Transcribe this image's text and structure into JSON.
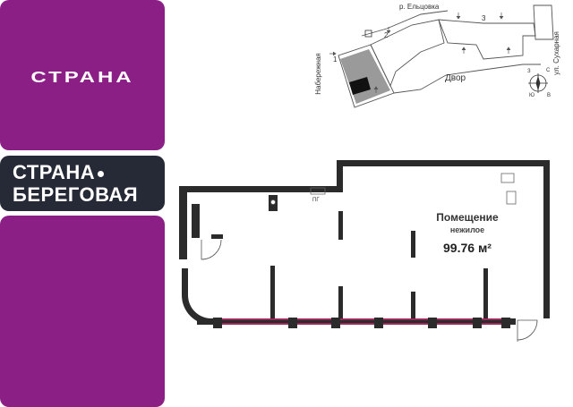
{
  "brand": {
    "logo_word": "СТРАНА",
    "project_line1": "СТРАНА",
    "project_line2": "БЕРЕГОВАЯ",
    "colors": {
      "primary": "#8b1f86",
      "secondary": "#252a36"
    }
  },
  "site_plan": {
    "street_top": "р. Ельцовка",
    "street_left": "Набережная",
    "street_right": "ул. Сухарная",
    "yard_label": "Двор",
    "section_numbers": [
      "1",
      "2",
      "3"
    ],
    "compass": {
      "north": "С",
      "south": "Ю",
      "east": "В",
      "west": "З"
    }
  },
  "floor_plan": {
    "room_title": "Помещение",
    "room_type": "нежилое",
    "area": "99.76 м²",
    "fixture_label": "ПГ",
    "window_accent": "#e0287a"
  }
}
